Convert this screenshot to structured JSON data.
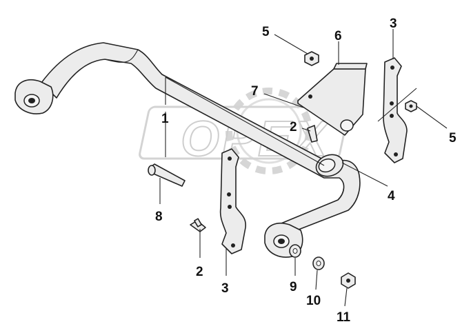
{
  "watermark": {
    "text": "OPEX"
  },
  "callouts": [
    {
      "id": "c1",
      "label": "1"
    },
    {
      "id": "c2a",
      "label": "2"
    },
    {
      "id": "c2b",
      "label": "2"
    },
    {
      "id": "c3a",
      "label": "3"
    },
    {
      "id": "c3b",
      "label": "3"
    },
    {
      "id": "c4",
      "label": "4"
    },
    {
      "id": "c5a",
      "label": "5"
    },
    {
      "id": "c5b",
      "label": "5"
    },
    {
      "id": "c6",
      "label": "6"
    },
    {
      "id": "c7",
      "label": "7"
    },
    {
      "id": "c8",
      "label": "8"
    },
    {
      "id": "c9",
      "label": "9"
    },
    {
      "id": "c10",
      "label": "10"
    },
    {
      "id": "c11",
      "label": "11"
    }
  ]
}
